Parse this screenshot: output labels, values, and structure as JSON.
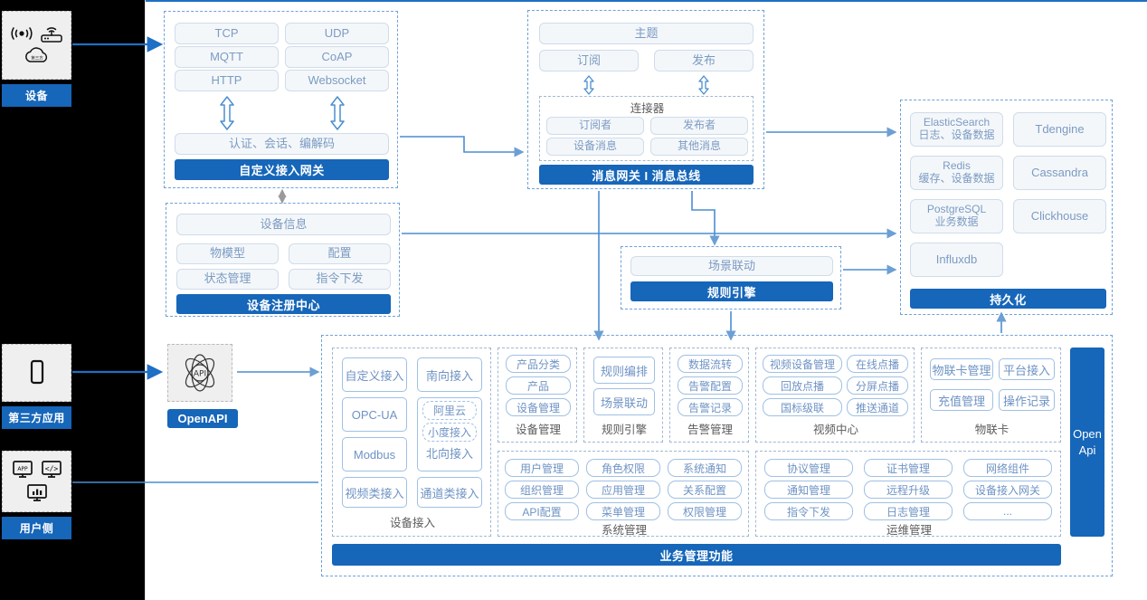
{
  "colors": {
    "brand": "#1666b9",
    "accent": "#4a8ed0",
    "pill_text": "#7b9bc2",
    "chip_border": "#9fc0e4",
    "panel_dash": "#6fa2d8"
  },
  "rail": {
    "groups": [
      {
        "label": "设备",
        "icons": [
          "wifi-signal-icon",
          "router-icon",
          "cloud-icon"
        ]
      },
      {
        "label": "第三方应用",
        "icons": [
          "mobile-phone-icon"
        ]
      },
      {
        "label": "用户侧",
        "icons": [
          "app-window-icon",
          "code-window-icon",
          "dashboard-window-icon"
        ]
      }
    ]
  },
  "gateway_panel": {
    "protocols": [
      "TCP",
      "UDP",
      "MQTT",
      "CoAP",
      "HTTP",
      "Websocket"
    ],
    "middle": "认证、会话、编解码",
    "title": "自定义接入网关"
  },
  "message_panel": {
    "topic": "主题",
    "subscribe": "订阅",
    "publish": "发布",
    "connector_title": "连接器",
    "connector_items": [
      "订阅者",
      "发布者",
      "设备消息",
      "其他消息"
    ],
    "title": "消息网关 I 消息总线"
  },
  "registry_panel": {
    "header": "设备信息",
    "items": [
      "物模型",
      "配置",
      "状态管理",
      "指令下发"
    ],
    "title": "设备注册中心"
  },
  "rule_panel": {
    "item": "场景联动",
    "title": "规则引擎"
  },
  "persistence_panel": {
    "stores": [
      {
        "name": "ElasticSearch",
        "desc": "日志、设备数据"
      },
      {
        "name": "Tdengine",
        "desc": ""
      },
      {
        "name": "Redis",
        "desc": "缓存、设备数据"
      },
      {
        "name": "Cassandra",
        "desc": ""
      },
      {
        "name": "PostgreSQL",
        "desc": "业务数据"
      },
      {
        "name": "Clickhouse",
        "desc": ""
      },
      {
        "name": "Influxdb",
        "desc": ""
      }
    ],
    "title": "持久化"
  },
  "openapi": {
    "icon": "api-atom-icon",
    "label": "OpenAPI",
    "vertical_line1": "Open",
    "vertical_line2": "Api"
  },
  "business": {
    "access_group": {
      "label": "设备接入",
      "left": [
        "自定义接入",
        "OPC-UA",
        "Modbus",
        "视频类接入"
      ],
      "right_top": "南向接入",
      "right_inner": [
        "阿里云",
        "小度接入"
      ],
      "right_inner_label": "北向接入",
      "right_bottom": "通道类接入"
    },
    "groups": [
      {
        "label": "设备管理",
        "items": [
          "产品分类",
          "产品",
          "设备管理"
        ]
      },
      {
        "label": "规则引擎",
        "items": [
          "规则编排",
          "场景联动"
        ]
      },
      {
        "label": "告警管理",
        "items": [
          "数据流转",
          "告警配置",
          "告警记录"
        ]
      },
      {
        "label": "视频中心",
        "items": [
          "视频设备管理",
          "在线点播",
          "回放点播",
          "分屏点播",
          "国标级联",
          "推送通道"
        ]
      },
      {
        "label": "物联卡",
        "items": [
          "物联卡管理",
          "平台接入",
          "充值管理",
          "操作记录"
        ]
      }
    ],
    "system_group": {
      "label": "系统管理",
      "items": [
        "用户管理",
        "角色权限",
        "系统通知",
        "组织管理",
        "应用管理",
        "关系配置",
        "API配置",
        "菜单管理",
        "权限管理"
      ]
    },
    "ops_group": {
      "label": "运维管理",
      "items": [
        "协议管理",
        "证书管理",
        "网络组件",
        "通知管理",
        "远程升级",
        "设备接入网关",
        "指令下发",
        "日志管理",
        "..."
      ]
    },
    "footer": "业务管理功能"
  }
}
